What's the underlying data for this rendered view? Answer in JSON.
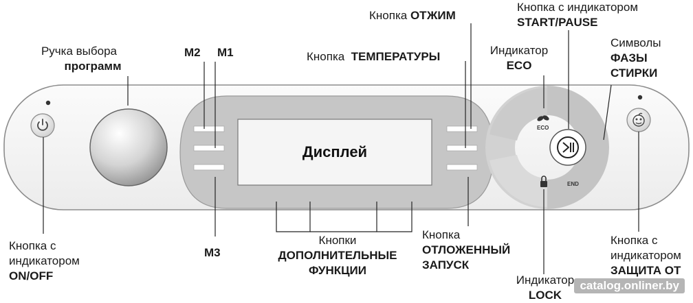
{
  "labels": {
    "program_knob_line1": "Ручка выбора",
    "program_knob_line2": "программ",
    "m2": "M2",
    "m1": "M1",
    "m3": "M3",
    "spin_line1": "Кнопка",
    "spin_line2": "ОТЖИМ",
    "temp_line1": "Кнопка",
    "temp_line2": "ТЕМПЕРАТУРЫ",
    "start_line1": "Кнопка с индикатором",
    "start_line2": "START/PAUSE",
    "eco_line1": "Индикатор",
    "eco_line2": "ECO",
    "phase_line1": "Символы",
    "phase_line2": "ФАЗЫ",
    "phase_line3": "СТИРКИ",
    "onoff_line1": "Кнопка с",
    "onoff_line2": "индикатором",
    "onoff_line3": "ON/OFF",
    "extra_line1": "Кнопки",
    "extra_line2": "ДОПОЛНИТЕЛЬНЫЕ",
    "extra_line3": "ФУНКЦИИ",
    "delay_line1": "Кнопка",
    "delay_line2": "ОТЛОЖЕННЫЙ",
    "delay_line3": "ЗАПУСК",
    "lock_line1": "Индикатор",
    "lock_line2": "LOCK",
    "child_line1": "Кнопка с",
    "child_line2": "индикатором",
    "child_line3": "ЗАЩИТА ОТ ДЕТЕЙ"
  },
  "panel": {
    "display_text": "Дисплей",
    "eco_text": "ECO",
    "end_text": "END"
  },
  "watermark": "catalog.onliner.by",
  "icons": [
    "power-icon",
    "eco-leaf-icon",
    "play-pause-icon",
    "lock-icon",
    "child-face-icon"
  ],
  "colors": {
    "panel_fill": "#f2f2f2",
    "panel_stroke": "#8c8c8c",
    "recess_fill": "#c6c6c6",
    "display_fill": "#f5f5f5",
    "ring_fill": "#c4c4c4",
    "leader_line": "#222222"
  }
}
